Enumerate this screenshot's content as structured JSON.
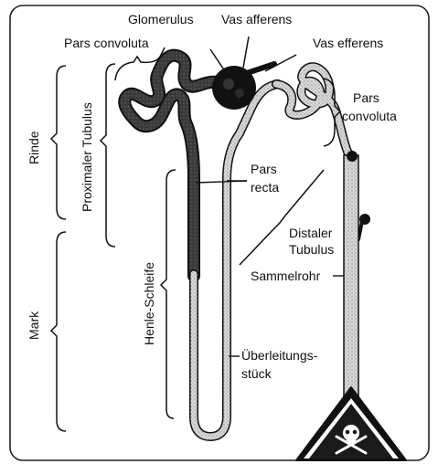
{
  "labels": {
    "glomerulus": "Glomerulus",
    "vas_afferens": "Vas afferens",
    "vas_efferens": "Vas efferens",
    "pars_convoluta_top": "Pars convoluta",
    "pars_convoluta_right_1": "Pars",
    "pars_convoluta_right_2": "convoluta",
    "pars_recta_1": "Pars",
    "pars_recta_2": "recta",
    "distaler_1": "Distaler",
    "distaler_2": "Tubulus",
    "sammelrohr": "Sammelrohr",
    "ueberleitung_1": "Überleitungs-",
    "ueberleitung_2": "stück",
    "proximaler": "Proximaler Tubulus",
    "henle": "Henle-Schleife",
    "rinde": "Rinde",
    "mark": "Mark"
  },
  "colors": {
    "tubule_dark": "#3c3c3c",
    "tubule_light": "#cfcfcf",
    "outline": "#111111",
    "hazard_fill": "#1a1a1a"
  },
  "icons": [
    "skull-crossbones-icon",
    "hazard-triangle-icon"
  ]
}
